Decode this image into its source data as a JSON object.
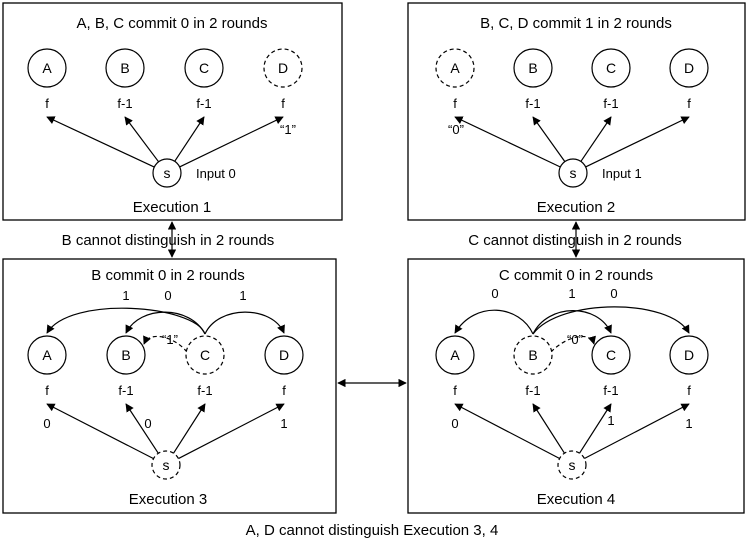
{
  "panels": [
    {
      "title": "A, B, C commit 0 in 2 rounds",
      "caption": "Execution 1",
      "input_text": "Input 0",
      "nodes": [
        {
          "id": "A",
          "label": "A",
          "under": "f",
          "dashed": false
        },
        {
          "id": "B",
          "label": "B",
          "under": "f-1",
          "dashed": false
        },
        {
          "id": "C",
          "label": "C",
          "under": "f-1",
          "dashed": false
        },
        {
          "id": "D",
          "label": "D",
          "under": "f",
          "dashed": true
        }
      ],
      "source": {
        "label": "s",
        "dashed": false
      },
      "src_edge_labels": [
        "",
        "",
        "",
        "“1”"
      ],
      "top_edges": [],
      "top_edge_labels": []
    },
    {
      "title": "B, C, D commit 1 in 2 rounds",
      "caption": "Execution 2",
      "input_text": "Input 1",
      "nodes": [
        {
          "id": "A",
          "label": "A",
          "under": "f",
          "dashed": true
        },
        {
          "id": "B",
          "label": "B",
          "under": "f-1",
          "dashed": false
        },
        {
          "id": "C",
          "label": "C",
          "under": "f-1",
          "dashed": false
        },
        {
          "id": "D",
          "label": "D",
          "under": "f",
          "dashed": false
        }
      ],
      "source": {
        "label": "s",
        "dashed": false
      },
      "src_edge_labels": [
        "“0”",
        "",
        "",
        ""
      ],
      "top_edges": [],
      "top_edge_labels": []
    },
    {
      "title": "B commit 0 in 2 rounds",
      "caption": "Execution 3",
      "input_text": "",
      "nodes": [
        {
          "id": "A",
          "label": "A",
          "under": "f",
          "dashed": false
        },
        {
          "id": "B",
          "label": "B",
          "under": "f-1",
          "dashed": false
        },
        {
          "id": "C",
          "label": "C",
          "under": "f-1",
          "dashed": true
        },
        {
          "id": "D",
          "label": "D",
          "under": "f",
          "dashed": false
        }
      ],
      "source": {
        "label": "s",
        "dashed": true
      },
      "src_edge_labels": [
        "0",
        "0",
        "",
        "1"
      ],
      "top_edges": [
        {
          "from": "C",
          "to": "A",
          "dashed": false
        },
        {
          "from": "C",
          "to": "B",
          "dashed": false
        },
        {
          "from": "C",
          "to": "D",
          "dashed": false
        },
        {
          "from": "C",
          "to": "B",
          "dashed": true
        }
      ],
      "top_edge_labels": [
        "1",
        "0",
        "1",
        "“1”"
      ]
    },
    {
      "title": "C commit 0 in 2 rounds",
      "caption": "Execution 4",
      "input_text": "",
      "nodes": [
        {
          "id": "A",
          "label": "A",
          "under": "f",
          "dashed": false
        },
        {
          "id": "B",
          "label": "B",
          "under": "f-1",
          "dashed": true
        },
        {
          "id": "C",
          "label": "C",
          "under": "f-1",
          "dashed": false
        },
        {
          "id": "D",
          "label": "D",
          "under": "f",
          "dashed": false
        }
      ],
      "source": {
        "label": "s",
        "dashed": true
      },
      "src_edge_labels": [
        "0",
        "",
        "1",
        "1"
      ],
      "top_edges": [
        {
          "from": "B",
          "to": "A",
          "dashed": false
        },
        {
          "from": "B",
          "to": "C",
          "dashed": false
        },
        {
          "from": "B",
          "to": "D",
          "dashed": false
        },
        {
          "from": "B",
          "to": "C",
          "dashed": true
        }
      ],
      "top_edge_labels": [
        "0",
        "1",
        "0",
        "“0”"
      ]
    }
  ],
  "relations": {
    "exec1_exec3": "B cannot distinguish in 2 rounds",
    "exec2_exec4": "C cannot distinguish in 2 rounds",
    "exec3_exec4": "A, D cannot distinguish Execution 3, 4"
  }
}
